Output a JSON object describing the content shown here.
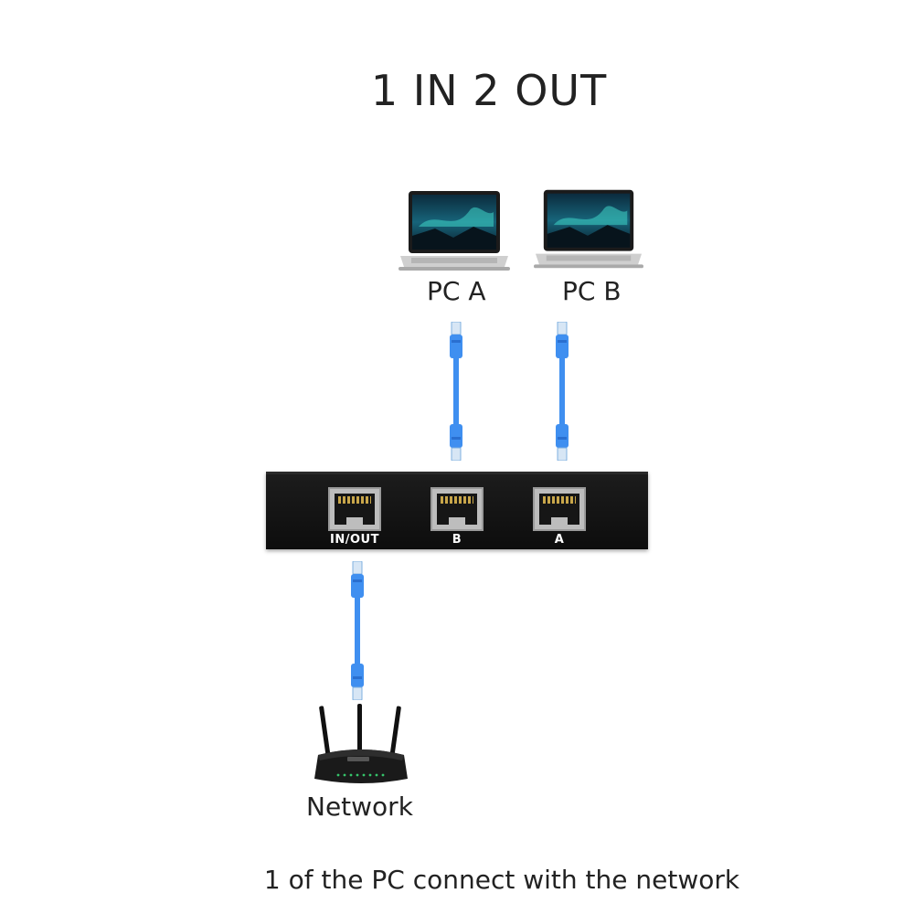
{
  "title": "1 IN 2 OUT",
  "devices": {
    "pc_a": {
      "label": "PC A"
    },
    "pc_b": {
      "label": "PC B"
    },
    "network": {
      "label": "Network"
    }
  },
  "switch": {
    "ports": [
      {
        "label": "IN/OUT"
      },
      {
        "label": "B"
      },
      {
        "label": "A"
      }
    ]
  },
  "caption": "1 of the PC connect with the network",
  "colors": {
    "cable": "#3f8ff0",
    "cable_dark": "#2a6fd0",
    "switch_body": "#111111",
    "screen_glow": "#3fd6c8"
  }
}
